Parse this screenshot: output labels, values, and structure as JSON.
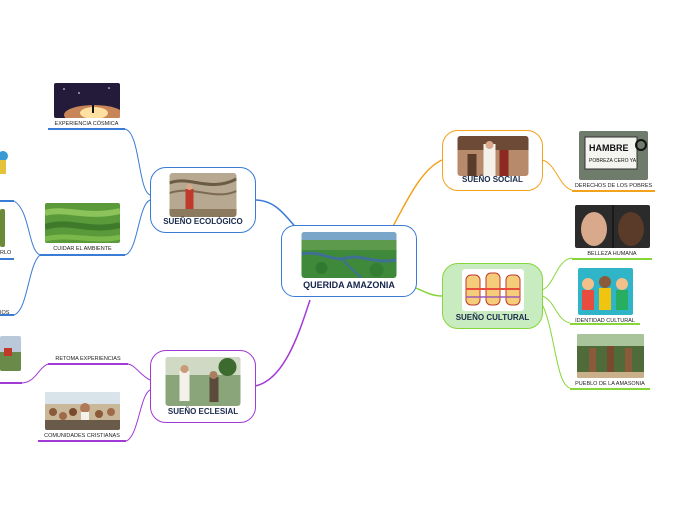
{
  "central": {
    "label": "QUERIDA AMAZONIA"
  },
  "branches": {
    "social": {
      "label": "SUEÑO SOCIAL",
      "color": "#f3a21b"
    },
    "cultural": {
      "label": "SUEÑO CULTURAL",
      "color": "#86d63a"
    },
    "ecological": {
      "label": "SUEÑO ECOLÓGICO",
      "color": "#3a7bd5"
    },
    "ecclesial": {
      "label": "SUEÑO ECLESIAL",
      "color": "#a23ad5"
    }
  },
  "leaves": {
    "derechos": "DERECHOS DE LOS POBRES",
    "belleza": "BELLEZA HUMANA",
    "identidad": "IDENTIDAD CULTURAL",
    "pueblo": "PUEBLO DE LA AMASONIA",
    "experiencia": "EXPERIENCIA CÓSMICA",
    "cuidar": "CUIDAR EL AMBIENTE",
    "cuidarlo_partial": "RLO",
    "dios_partial": "IOS",
    "retoma": "RETOMA EXPERIENCIAS",
    "comunidades": "COMUNIDADES CRISTIANAS"
  },
  "sign_text": {
    "line1": "HAMBRE",
    "line2": "POBREZA CERO YA"
  }
}
